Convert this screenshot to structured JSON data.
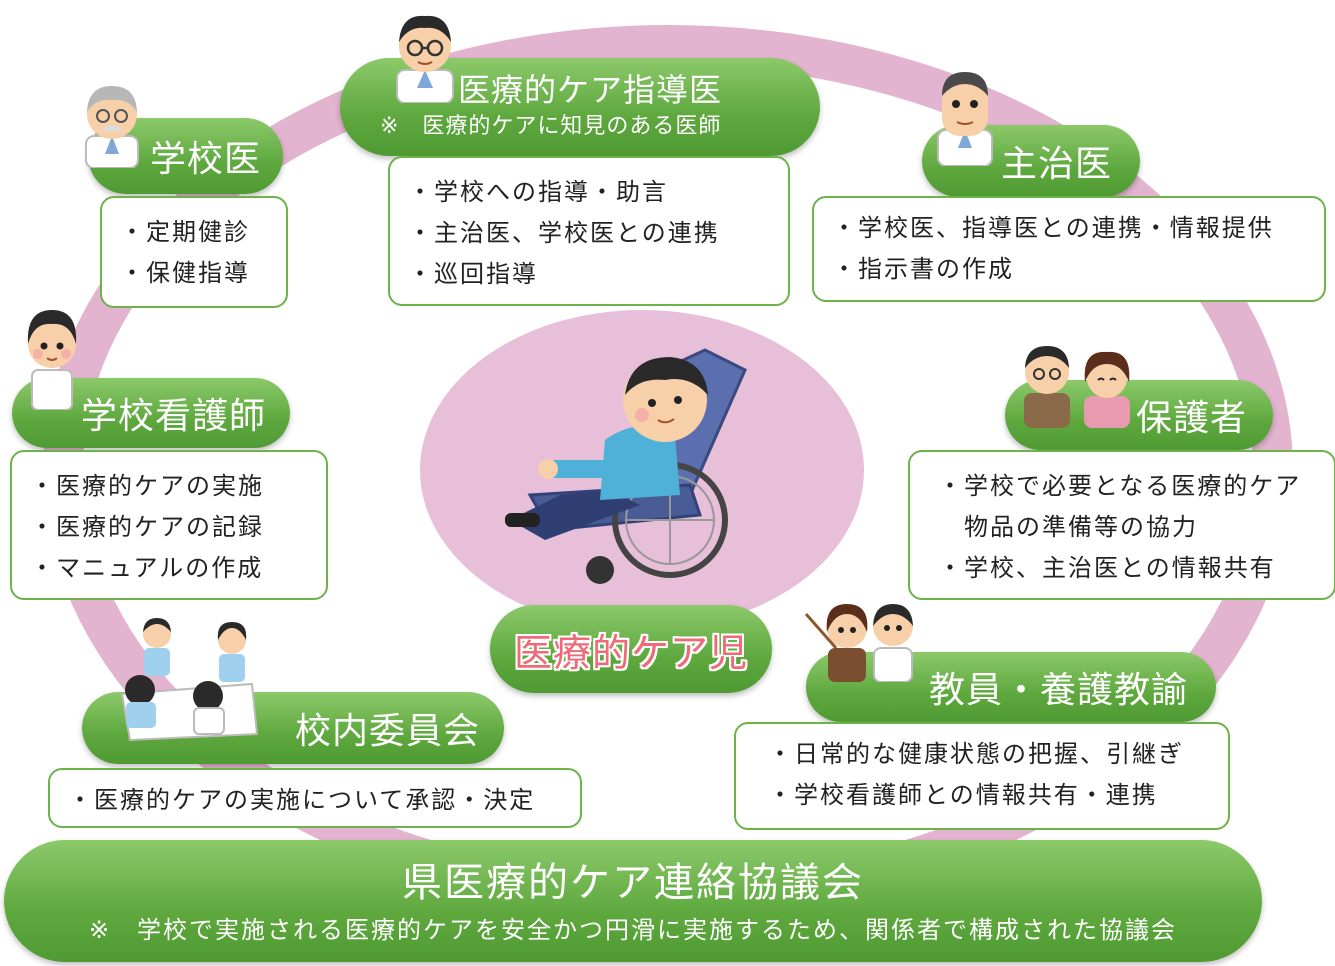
{
  "colors": {
    "green": "#5ea83e",
    "ring": "#e3b4cf",
    "center_circle": "#e7bfd8",
    "child_label": "#ef6a78"
  },
  "roles": {
    "guidance_doctor": {
      "title": "医療的ケア指導医",
      "note": "※　医療的ケアに知見のある医師",
      "items": [
        "・学校への指導・助言",
        "・主治医、学校医との連携",
        "・巡回指導"
      ],
      "icon": "doctor-glasses-icon"
    },
    "school_doctor": {
      "title": "学校医",
      "items": [
        "・定期健診",
        "・保健指導"
      ],
      "icon": "elderly-doctor-icon"
    },
    "attending_doctor": {
      "title": "主治医",
      "items": [
        "・学校医、指導医との連携・情報提供",
        "・指示書の作成"
      ],
      "icon": "doctor-icon"
    },
    "school_nurse": {
      "title": "学校看護師",
      "items": [
        "・医療的ケアの実施",
        "・医療的ケアの記録",
        "・マニュアルの作成"
      ],
      "icon": "nurse-icon"
    },
    "guardians": {
      "title": "保護者",
      "items": [
        "・学校で必要となる医療的ケア",
        "　物品の準備等の協力",
        "・学校、主治医との情報共有"
      ],
      "icon": "parents-icon"
    },
    "committee": {
      "title": "校内委員会",
      "items": [
        "・医療的ケアの実施について承認・決定"
      ],
      "icon": "meeting-icon"
    },
    "teachers": {
      "title": "教員・養護教諭",
      "items": [
        "・日常的な健康状態の把握、引継ぎ",
        "・学校看護師との情報共有・連携"
      ],
      "icon": "teachers-icon"
    },
    "child": {
      "title": "医療的ケア児",
      "icon": "child-wheelchair-icon"
    }
  },
  "council": {
    "title": "県医療的ケア連絡協議会",
    "note": "※　学校で実施される医療的ケアを安全かつ円滑に実施するため、関係者で構成された協議会"
  }
}
